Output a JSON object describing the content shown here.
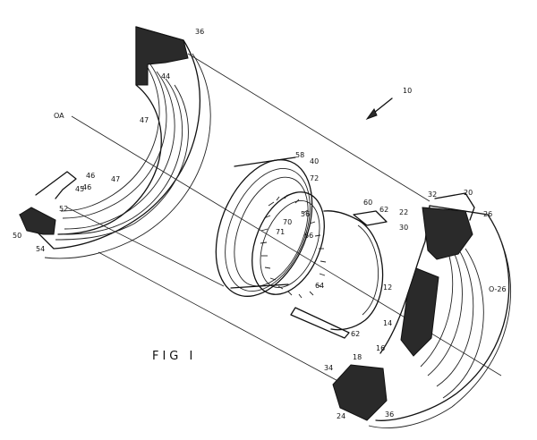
{
  "figure_label": "FIG I",
  "axis_label": "OA",
  "reference_numerals": {
    "r10": "10",
    "r12": "12",
    "r14": "14",
    "r16": "16",
    "r18": "18",
    "r20": "20",
    "r22": "22",
    "r24": "24",
    "r26a": "26",
    "r26b": "O-26",
    "r30": "30",
    "r32": "32",
    "r34": "34",
    "r36a": "36",
    "r36b": "36",
    "r40": "40",
    "r44": "44",
    "r45": "45",
    "r46a": "46",
    "r46b": "46",
    "r47a": "47",
    "r47b": "47",
    "r50": "50",
    "r52": "52",
    "r54": "54",
    "r56": "56",
    "r58": "58",
    "r60": "60",
    "r62a": "62",
    "r62b": "62",
    "r64": "64",
    "r66": "66",
    "r70": "70",
    "r71": "71",
    "r72": "72"
  }
}
